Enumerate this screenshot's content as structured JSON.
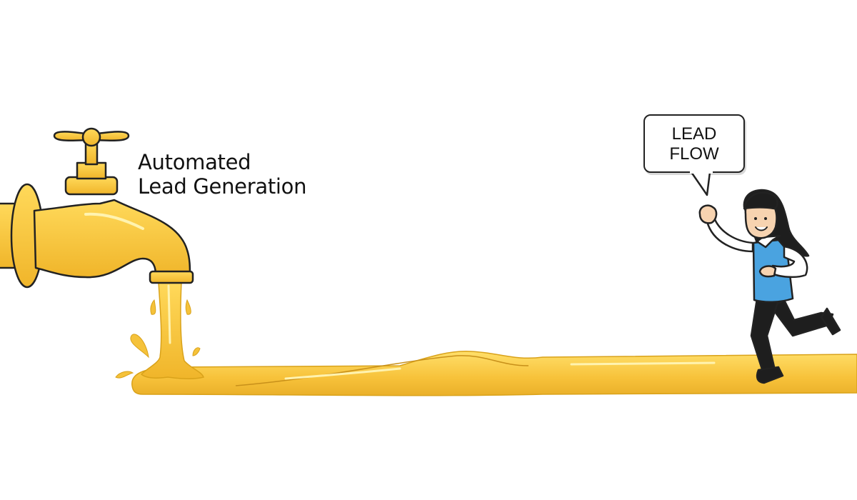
{
  "caption": {
    "line1": "Automated",
    "line2": "Lead Generation"
  },
  "speech_bubble": {
    "line1": "LEAD",
    "line2": "FLOW"
  },
  "colors": {
    "gold": "#f5c23a",
    "gold_light": "#ffd95a",
    "gold_dark": "#d9a21a",
    "outline": "#222222",
    "vest_blue": "#4aa3e0",
    "hair": "#1e1e1e",
    "skin": "#f7d3b0"
  },
  "icons": [
    "faucet-icon",
    "liquid-stream-icon",
    "running-woman-icon",
    "speech-bubble-icon"
  ]
}
